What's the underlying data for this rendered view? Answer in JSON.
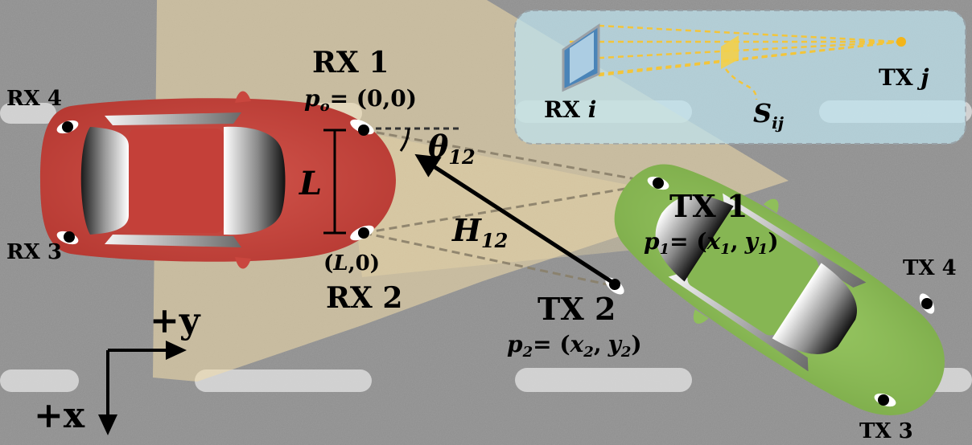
{
  "receiver_car": {
    "rx1": "RX 1",
    "rx2": "RX 2",
    "rx3": "RX 3",
    "rx4": "RX 4",
    "p0_label": "p",
    "p0_sub": "o",
    "p0_value": "= (0,0)",
    "p_l_open": "(",
    "p_l_italic": "L",
    "p_l_close": ",0)",
    "baseline": "L",
    "color": "#c9463e"
  },
  "transmitter_car": {
    "tx1": "TX 1",
    "tx2": "TX 2",
    "tx3": "TX 3",
    "tx4": "TX 4",
    "p1_label": "p",
    "p1_sub": "1",
    "p1_eq": "= (",
    "p1_x": "x",
    "p1_x_sub": "1",
    "p1_comma": ",",
    "p1_y": "y",
    "p1_y_sub": "1",
    "p1_close": ")",
    "p2_label": "p",
    "p2_sub": "2",
    "p2_eq": "= (",
    "p2_x": "x",
    "p2_x_sub": "2",
    "p2_comma": ",",
    "p2_y": "y",
    "p2_y_sub": "2",
    "p2_close": ")",
    "color": "#8fbf5a"
  },
  "channel": {
    "h_label": "H",
    "h_sub": "12",
    "theta_label": "θ",
    "theta_sub": "12"
  },
  "inset": {
    "rx_label": "RX ",
    "rx_index": "i",
    "tx_label": "TX ",
    "tx_index": "j",
    "s_label": "S",
    "s_sub": "ij"
  },
  "axes": {
    "y_label": "+y",
    "x_label": "+x"
  },
  "colors": {
    "road": "#8d8d8d",
    "lane_mark": "#dcdcdc",
    "beam": "#e8d7a0",
    "inset_bg": "#bfe4ef",
    "ray": "#f3c53a"
  }
}
